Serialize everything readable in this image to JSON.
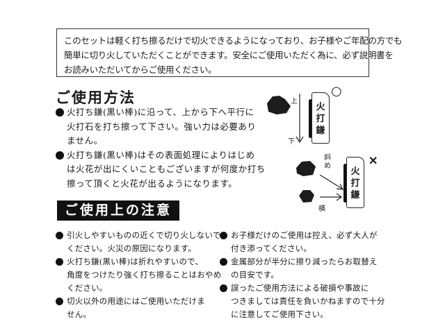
{
  "intro": {
    "lines": [
      "このセットは軽く打ち擦るだけで切火できるようになっており、お子様やご年配の方でも",
      "簡単に切り火していただくことができます。安全にご使用いただく為に、必ず説明書を",
      "お読みいただいてからご使用ください。"
    ]
  },
  "usage": {
    "heading": "ご使用方法",
    "items": [
      {
        "lines": [
          "火打ち鎌(黒い棒)に沿って、上から下へ平行に",
          "火打石を打ち擦って下さい。強い力は必要あり",
          "ません。"
        ]
      },
      {
        "lines": [
          "火打ち鎌(黒い棒)はその表面処理によりはじめ",
          "は火花が出にくいこともございますが何度か打ち",
          "擦って頂くと火花が出るようになります。"
        ]
      }
    ]
  },
  "figures": {
    "correct": {
      "mark": "○",
      "label_top": "上",
      "label_bottom": "下",
      "tool_label": [
        "火",
        "打",
        "鎌"
      ]
    },
    "incorrect": {
      "mark": "✕",
      "label_diagonal": [
        "斜",
        "め"
      ],
      "label_horizontal": "横",
      "tool_label": [
        "火",
        "打",
        "鎌"
      ]
    }
  },
  "caution": {
    "heading": "ご使用上の注意",
    "left": [
      {
        "lines": [
          "引火しやすいものの近くで切り火しないで",
          "ください。火災の原因になります。"
        ]
      },
      {
        "lines": [
          "火打ち鎌(黒い棒)は折れやすいので、",
          "角度をつけたり強く打ち擦ることはおやめ",
          "ください。"
        ]
      },
      {
        "lines": [
          "切火以外の用途にはご使用いただけま",
          "せん。"
        ]
      }
    ],
    "right": [
      {
        "lines": [
          "お子様だけのご使用は控え、必ず大人が",
          "付き添ってください。"
        ]
      },
      {
        "lines": [
          "金属部分が半分に擦り減ったらお取替え",
          "の目安です。"
        ]
      },
      {
        "lines": [
          "誤ったご使用方法による破損や事故に",
          "つきましては責任を負いかねますので十分",
          "に注意してご使用下さい。"
        ]
      }
    ]
  }
}
